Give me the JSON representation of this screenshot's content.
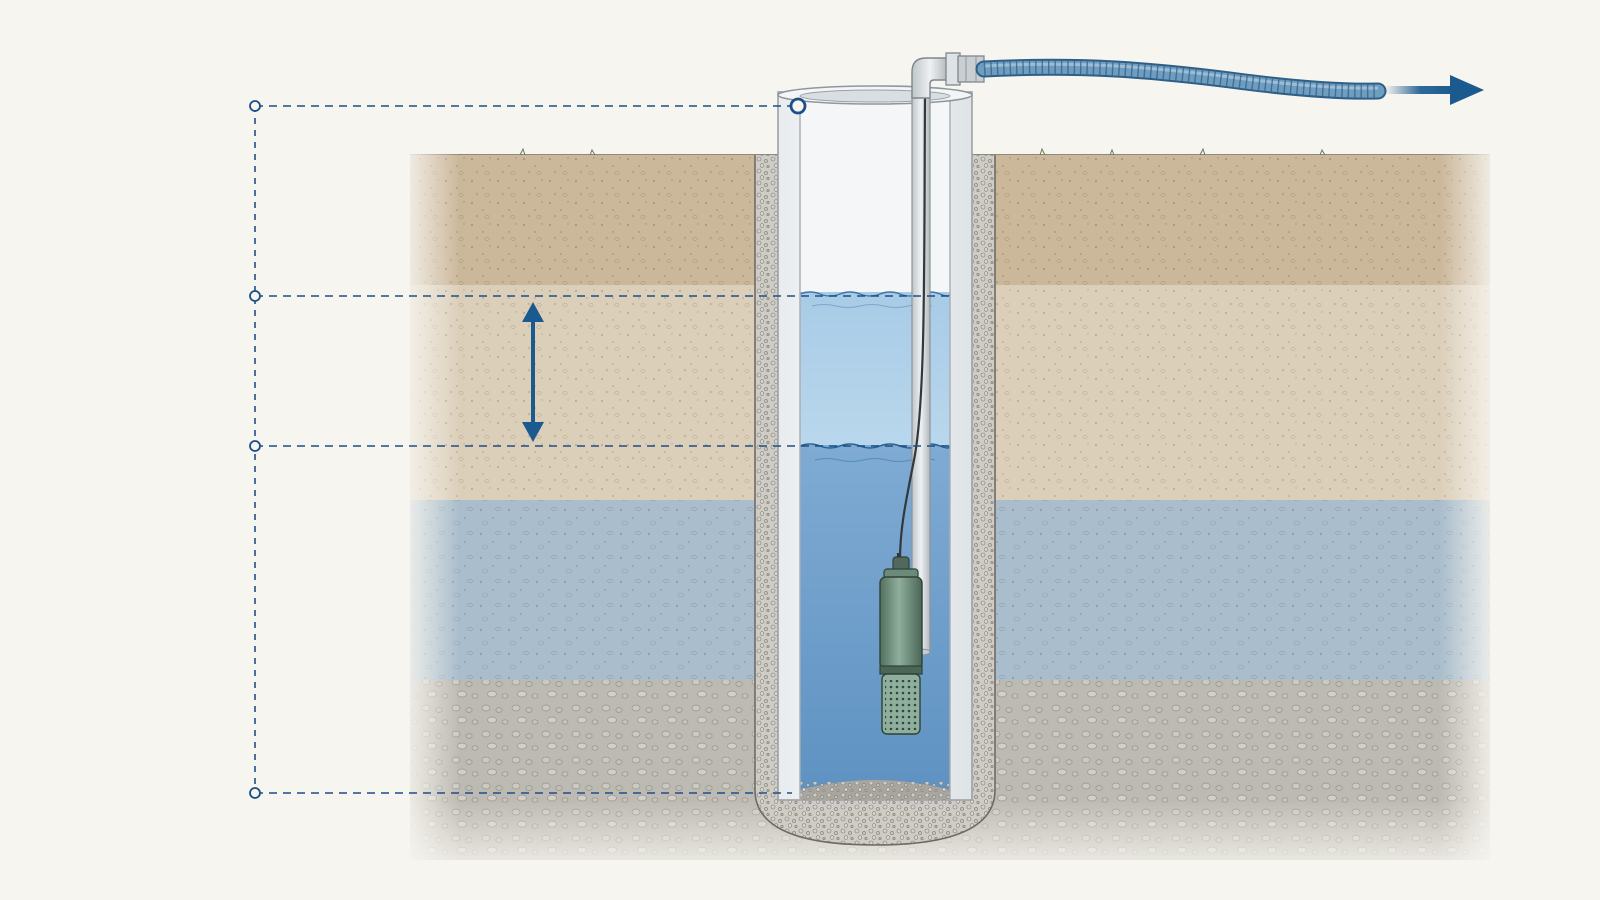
{
  "diagram": {
    "kind": "well-cross-section",
    "labels": [],
    "measurement_levels": [
      "casing-top",
      "static-water-level",
      "pumping-water-level",
      "well-bottom"
    ],
    "annotations": {
      "drawdown": "double-headed-arrow",
      "discharge": "right-arrow"
    },
    "soil_layers": [
      "topsoil",
      "sandy-soil",
      "saturated-aquifer",
      "gravel-bed"
    ],
    "components": [
      "casing",
      "gravel-pack",
      "riser-pipe",
      "elbow-fitting",
      "discharge-hose",
      "power-cable",
      "submersible-pump",
      "pump-intake-screen"
    ],
    "colors": {
      "background": "#f7f5ef",
      "topsoil": "#cbb79a",
      "sandy_soil": "#dccfba",
      "aquifer": "#a9bdcc",
      "gravel": "#bdbab3",
      "water_upper": "#a8cbe6",
      "water_lower": "#6f9fcb",
      "pump": "#6f8f80",
      "hose": "#5b8fb4",
      "dimension_line": "#1d4f86",
      "arrow": "#1a5a8e"
    },
    "icons": {
      "drawdown": "double-arrow-vertical-icon",
      "discharge": "arrow-right-icon"
    }
  }
}
